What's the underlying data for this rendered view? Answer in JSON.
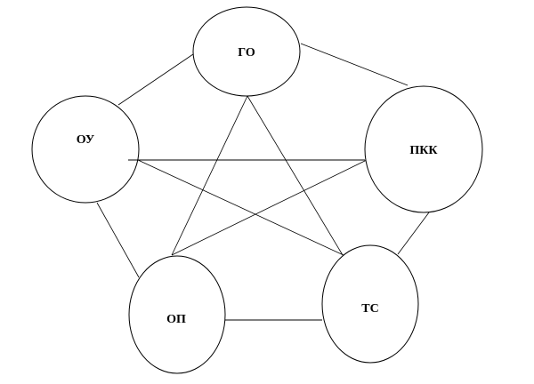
{
  "nodes": {
    "go": {
      "label": "ГО"
    },
    "ou": {
      "label": "ОУ"
    },
    "pkk": {
      "label": "ПКК"
    },
    "op": {
      "label": "ОП"
    },
    "ts": {
      "label": "ТС"
    }
  },
  "edges": [
    [
      "ГО",
      "ОУ"
    ],
    [
      "ГО",
      "ПКК"
    ],
    [
      "ОУ",
      "ПКК"
    ],
    [
      "ОУ",
      "ТС"
    ],
    [
      "ГО",
      "ОП"
    ],
    [
      "ГО",
      "ТС"
    ],
    [
      "ПКК",
      "ОП"
    ],
    [
      "ОУ",
      "ОП"
    ],
    [
      "ПКК",
      "ТС"
    ],
    [
      "ОП",
      "ТС"
    ]
  ]
}
